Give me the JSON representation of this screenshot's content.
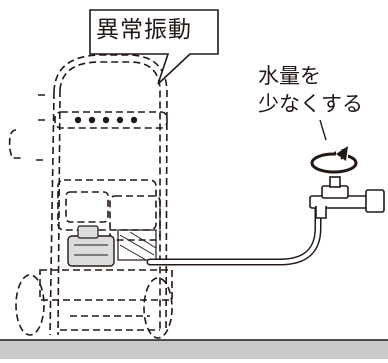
{
  "callouts": {
    "vibration": "異常振動",
    "water_line1": "水量を",
    "water_line2": "少なくする"
  },
  "colors": {
    "ink": "#231815",
    "floor": "#c9caca",
    "pump_fill": "#dcdcdc"
  },
  "icons": [
    "rotate-counterclockwise-arrow-icon",
    "water-faucet-icon",
    "pressure-washer-machine-icon"
  ]
}
